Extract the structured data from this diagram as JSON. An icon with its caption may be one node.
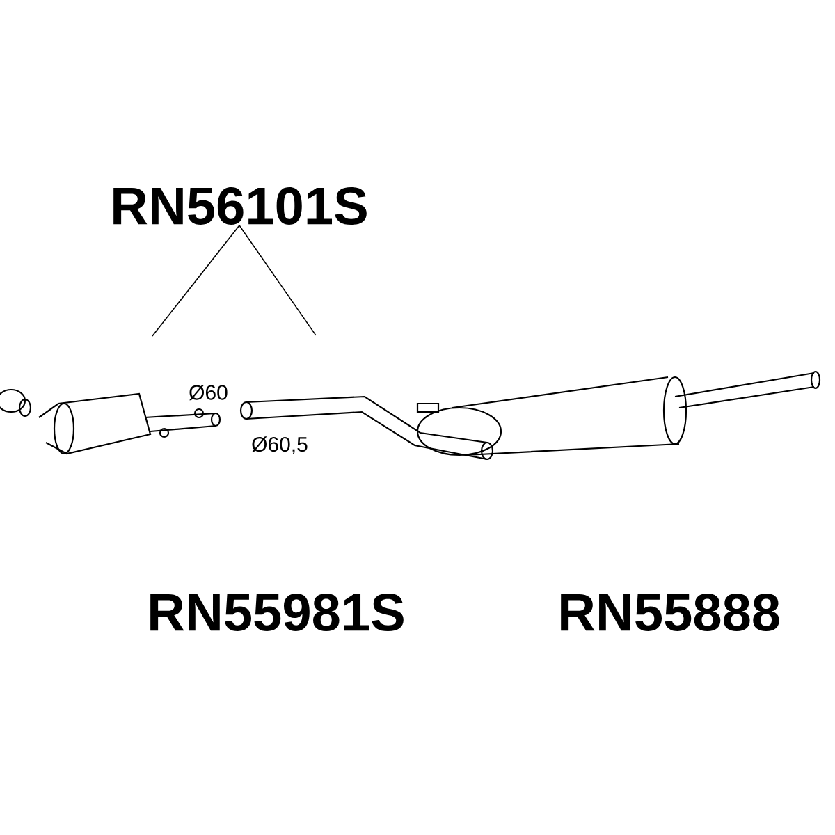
{
  "diagram": {
    "nodes": [
      {
        "text": [
          "RN56101S"
        ]
      },
      {
        "text": [],
        "shape": "picture"
      },
      {
        "text": [],
        "shape": "picture"
      }
    ],
    "edges": [
      {
        "from": 0,
        "to": 1,
        "arrow": "none"
      },
      {
        "from": 0,
        "to": 2,
        "arrow": "none"
      }
    ],
    "labels": [
      "Ø60",
      "Ø60,5",
      "RN55981S",
      "RN55888"
    ]
  }
}
